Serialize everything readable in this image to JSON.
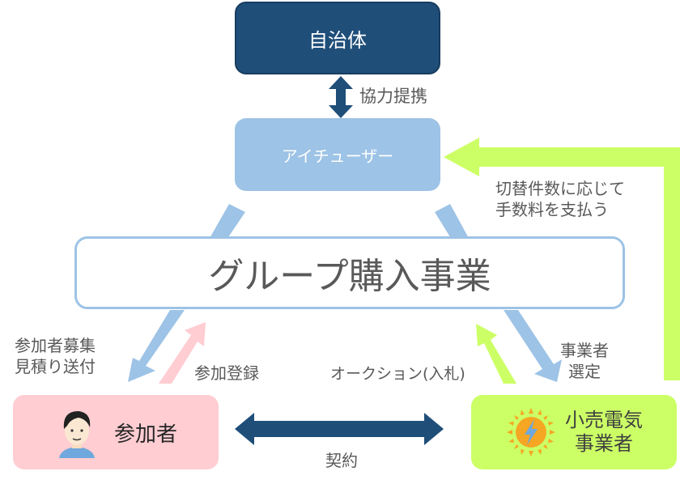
{
  "nodes": {
    "municipality": "自治体",
    "iuser": "アイチューザー",
    "group_purchase": "グループ購入事業",
    "participant": "参加者",
    "retailer_line1": "小売電気",
    "retailer_line2": "事業者"
  },
  "labels": {
    "cooperation": "協力提携",
    "fee_line1": "切替件数に応じて",
    "fee_line2": "手数料を支払う",
    "recruit_line1": "参加者募集",
    "recruit_line2": "見積り送付",
    "registration": "参加登録",
    "auction": "オークション(入札)",
    "selection_line1": "事業者",
    "selection_line2": "選定",
    "contract": "契約"
  },
  "icons": {
    "participant_icon": "person-avatar-icon",
    "retailer_icon": "sun-lightning-icon"
  },
  "colors": {
    "dark_blue": "#1f4e79",
    "light_blue": "#9dc3e6",
    "pink": "#ffcdd2",
    "lime": "#ccff66",
    "sun_orange": "#f5a623"
  }
}
